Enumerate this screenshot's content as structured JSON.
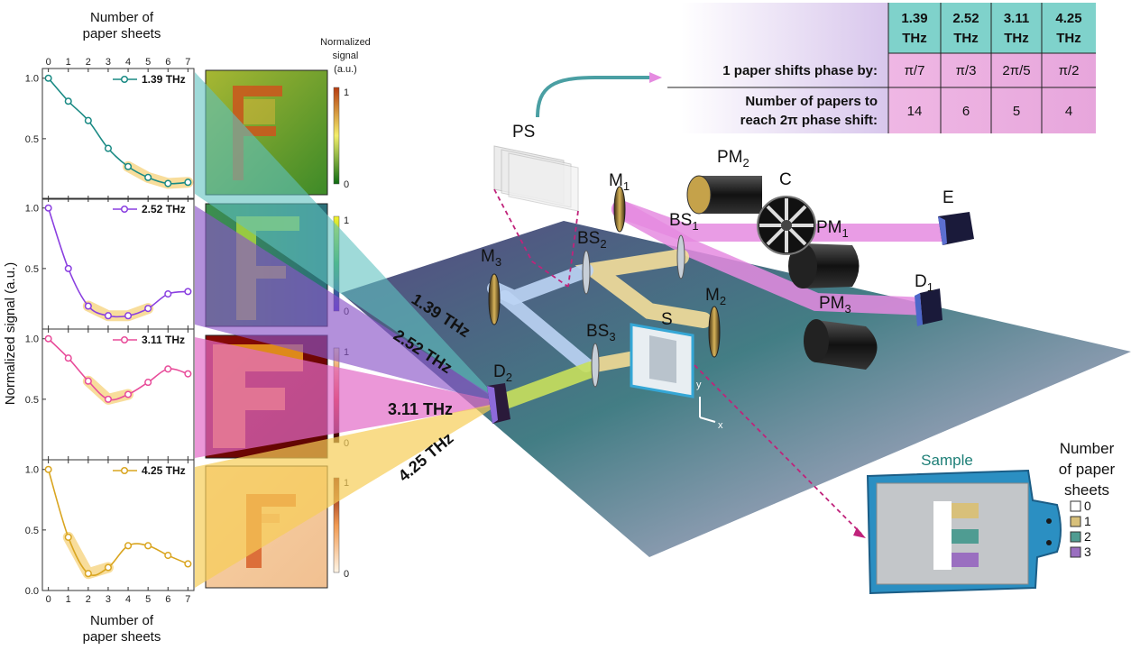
{
  "left_axis": {
    "top_xlabel_line1": "Number of",
    "top_xlabel_line2": "paper sheets",
    "bottom_xlabel_line1": "Number of",
    "bottom_xlabel_line2": "paper sheets",
    "ylabel": "Normalized signal (a.u.)"
  },
  "colorbar_title": [
    "Normalized",
    "signal",
    "(a.u.)"
  ],
  "chart_data": {
    "type": "line",
    "xlabel": "Number of paper sheets",
    "ylabel": "Normalized signal (a.u.)",
    "xlim": [
      -0.3,
      7.3
    ],
    "x_ticks": [
      "0",
      "1",
      "2",
      "3",
      "4",
      "5",
      "6",
      "7"
    ],
    "grid": false,
    "legend_position": "top-right",
    "panels": [
      {
        "name": "1.39 THz",
        "color": "#1a8a84",
        "x": [
          0,
          1,
          2,
          3,
          4,
          5,
          6,
          7
        ],
        "values": [
          1.0,
          0.81,
          0.65,
          0.42,
          0.27,
          0.18,
          0.13,
          0.14
        ],
        "ylim": [
          0.0,
          1.08
        ],
        "y_ticks": [
          "0.5",
          "1.0"
        ],
        "highlight_x": [
          4,
          7
        ]
      },
      {
        "name": "2.52 THz",
        "color": "#8a3fe0",
        "x": [
          0,
          1,
          2,
          3,
          4,
          5,
          6,
          7
        ],
        "values": [
          1.0,
          0.5,
          0.19,
          0.11,
          0.11,
          0.17,
          0.29,
          0.31
        ],
        "ylim": [
          0.0,
          1.08
        ],
        "y_ticks": [
          "0.5",
          "1.0"
        ],
        "highlight_x": [
          2,
          5
        ]
      },
      {
        "name": "3.11 THz",
        "color": "#e84c9a",
        "x": [
          0,
          1,
          2,
          3,
          4,
          5,
          6,
          7
        ],
        "values": [
          1.0,
          0.84,
          0.65,
          0.5,
          0.54,
          0.64,
          0.75,
          0.71
        ],
        "ylim": [
          0.0,
          1.08
        ],
        "y_ticks": [
          "0.5",
          "1.0"
        ],
        "highlight_x": [
          2,
          4
        ]
      },
      {
        "name": "4.25 THz",
        "color": "#d9a520",
        "x": [
          0,
          1,
          2,
          3,
          4,
          5,
          6,
          7
        ],
        "values": [
          1.0,
          0.44,
          0.14,
          0.19,
          0.37,
          0.37,
          0.29,
          0.22
        ],
        "ylim": [
          0.0,
          1.08
        ],
        "y_ticks": [
          "0.0",
          "0.5",
          "1.0"
        ],
        "highlight_x": [
          1,
          3
        ]
      }
    ]
  },
  "images": [
    {
      "colorbar_ticks": [
        "1",
        "0"
      ]
    },
    {
      "colorbar_ticks": [
        "1",
        "0"
      ]
    },
    {
      "colorbar_ticks": [
        "1",
        "0"
      ]
    },
    {
      "colorbar_ticks": [
        "1",
        "0"
      ]
    }
  ],
  "beam_labels": [
    "1.39 THz",
    "2.52 THz",
    "3.11 THz",
    "4.25 THz"
  ],
  "components": {
    "PS": "PS",
    "M1": {
      "main": "M",
      "sub": "1"
    },
    "M2": {
      "main": "M",
      "sub": "2"
    },
    "M3": {
      "main": "M",
      "sub": "3"
    },
    "BS1": {
      "main": "BS",
      "sub": "1"
    },
    "BS2": {
      "main": "BS",
      "sub": "2"
    },
    "BS3": {
      "main": "BS",
      "sub": "3"
    },
    "PM1": {
      "main": "PM",
      "sub": "1"
    },
    "PM2": {
      "main": "PM",
      "sub": "2"
    },
    "PM3": {
      "main": "PM",
      "sub": "3"
    },
    "C": "C",
    "E": "E",
    "D1": {
      "main": "D",
      "sub": "1"
    },
    "D2": {
      "main": "D",
      "sub": "2"
    },
    "S": "S",
    "axis_y": "y",
    "axis_x": "x"
  },
  "table": {
    "freq_headers": [
      {
        "line1": "1.39",
        "line2": "THz"
      },
      {
        "line1": "2.52",
        "line2": "THz"
      },
      {
        "line1": "3.11",
        "line2": "THz"
      },
      {
        "line1": "4.25",
        "line2": "THz"
      }
    ],
    "row1_label": "1 paper shifts phase by:",
    "row1_values": [
      "π/7",
      "π/3",
      "2π/5",
      "π/2"
    ],
    "row2_label_line1": "Number of papers to",
    "row2_label_line2": "reach 2π phase shift:",
    "row2_values": [
      "14",
      "6",
      "5",
      "4"
    ]
  },
  "sample": {
    "title": "Sample",
    "legend_title": [
      "Number",
      "of paper",
      "sheets"
    ],
    "legend_items": [
      {
        "label": "0",
        "color": "#ffffff"
      },
      {
        "label": "1",
        "color": "#d8c07a"
      },
      {
        "label": "2",
        "color": "#4f9c92"
      },
      {
        "label": "3",
        "color": "#9a6fc0"
      }
    ]
  }
}
